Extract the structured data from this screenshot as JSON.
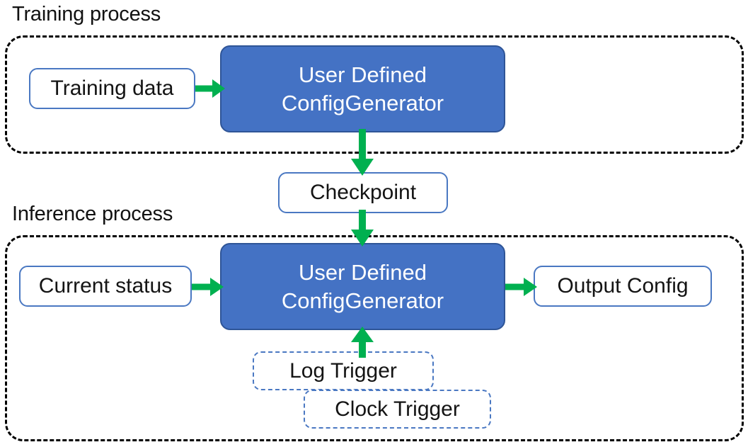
{
  "diagram": {
    "title_training": "Training process",
    "title_inference": "Inference process",
    "colors": {
      "process_fill": "#4472C4",
      "process_border": "#2F5597",
      "node_border": "#4A78C2",
      "arrow": "#00B050",
      "group_border": "#000000",
      "text_dark": "#141414",
      "text_light": "#FFFFFF",
      "background": "#FFFFFF"
    }
  },
  "training": {
    "group_label": "Training process",
    "nodes": {
      "training_data": "Training data",
      "generator_line1": "User Defined",
      "generator_line2": "ConfigGenerator"
    }
  },
  "bridge": {
    "checkpoint": "Checkpoint"
  },
  "inference": {
    "group_label": "Inference process",
    "nodes": {
      "current_status": "Current status",
      "generator_line1": "User Defined",
      "generator_line2": "ConfigGenerator",
      "output_config": "Output Config",
      "log_trigger": "Log Trigger",
      "clock_trigger": "Clock Trigger"
    }
  },
  "arrows": [
    {
      "name": "training-data-to-generator",
      "from": "Training data",
      "to": "User Defined ConfigGenerator",
      "direction": "right"
    },
    {
      "name": "generator-to-checkpoint",
      "from": "User Defined ConfigGenerator",
      "to": "Checkpoint",
      "direction": "down"
    },
    {
      "name": "checkpoint-to-generator",
      "from": "Checkpoint",
      "to": "User Defined ConfigGenerator",
      "direction": "down"
    },
    {
      "name": "status-to-generator",
      "from": "Current status",
      "to": "User Defined ConfigGenerator",
      "direction": "right"
    },
    {
      "name": "generator-to-output",
      "from": "User Defined ConfigGenerator",
      "to": "Output Config",
      "direction": "right"
    },
    {
      "name": "log-trigger-to-generator",
      "from": "Log Trigger",
      "to": "User Defined ConfigGenerator",
      "direction": "up"
    }
  ]
}
